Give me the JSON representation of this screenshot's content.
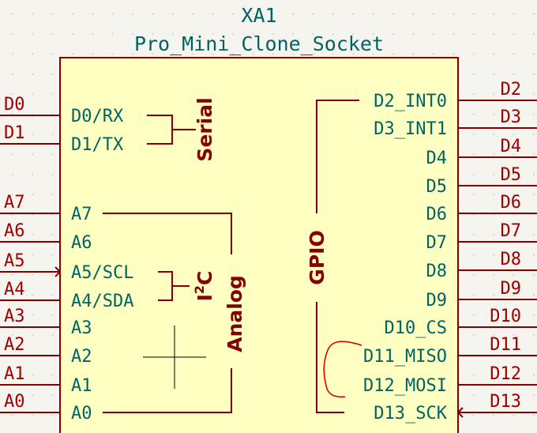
{
  "component": {
    "reference": "XA1",
    "value": "Pro_Mini_Clone_Socket"
  },
  "left_pins": [
    {
      "pin": "D0/RX",
      "net": "D0"
    },
    {
      "pin": "D1/TX",
      "net": "D1"
    },
    {
      "pin": "A7",
      "net": "A7"
    },
    {
      "pin": "A6",
      "net": "A6"
    },
    {
      "pin": "A5/SCL",
      "net": "A5"
    },
    {
      "pin": "A4/SDA",
      "net": "A4"
    },
    {
      "pin": "A3",
      "net": "A3"
    },
    {
      "pin": "A2",
      "net": "A2"
    },
    {
      "pin": "A1",
      "net": "A1"
    },
    {
      "pin": "A0",
      "net": "A0"
    }
  ],
  "right_pins": [
    {
      "pin": "D2_INT0",
      "net": "D2"
    },
    {
      "pin": "D3_INT1",
      "net": "D3"
    },
    {
      "pin": "D4",
      "net": "D4"
    },
    {
      "pin": "D5",
      "net": "D5"
    },
    {
      "pin": "D6",
      "net": "D6"
    },
    {
      "pin": "D7",
      "net": "D7"
    },
    {
      "pin": "D8",
      "net": "D8"
    },
    {
      "pin": "D9",
      "net": "D9"
    },
    {
      "pin": "D10_CS",
      "net": "D10"
    },
    {
      "pin": "D11_MISO",
      "net": "D11"
    },
    {
      "pin": "D12_MOSI",
      "net": "D12"
    },
    {
      "pin": "D13_SCK",
      "net": "D13"
    }
  ],
  "groups": {
    "serial": "Serial",
    "i2c_main": "I",
    "i2c_sup": "2",
    "i2c_end": "C",
    "analog": "Analog",
    "gpio": "GPIO"
  },
  "colors": {
    "body_fill": "#ffffc2",
    "body_stroke": "#840000",
    "pin_text": "#006464",
    "net_text": "#a00000",
    "spi_bracket": "#e00000"
  }
}
